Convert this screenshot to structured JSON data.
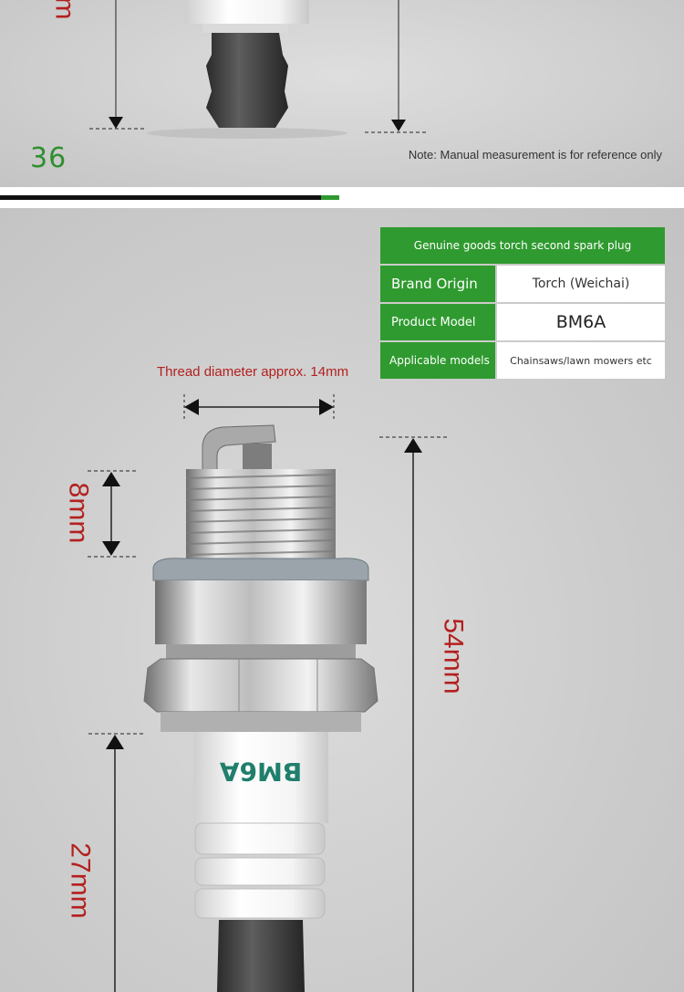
{
  "top_section": {
    "page_number": "36",
    "note": "Note: Manual measurement is for reference only",
    "partial_dimension": "m"
  },
  "spec_table": {
    "header": "Genuine goods torch second spark plug",
    "rows": [
      {
        "key": "Brand Origin",
        "value": "Torch (Weichai)"
      },
      {
        "key": "Product Model",
        "value": "BM6A"
      },
      {
        "key": "Applicable models",
        "value": "Chainsaws/lawn mowers etc"
      }
    ]
  },
  "dimensions": {
    "thread_diameter": "Thread diameter approx. 14mm",
    "thread_length": "8mm",
    "total_length": "54mm",
    "insulator_length": "27mm"
  },
  "product": {
    "insulator_text": "BM6A"
  },
  "colors": {
    "accent_green": "#2f9a2f",
    "dimension_red": "#b3201f",
    "background_gray": "#cdcdcd"
  }
}
